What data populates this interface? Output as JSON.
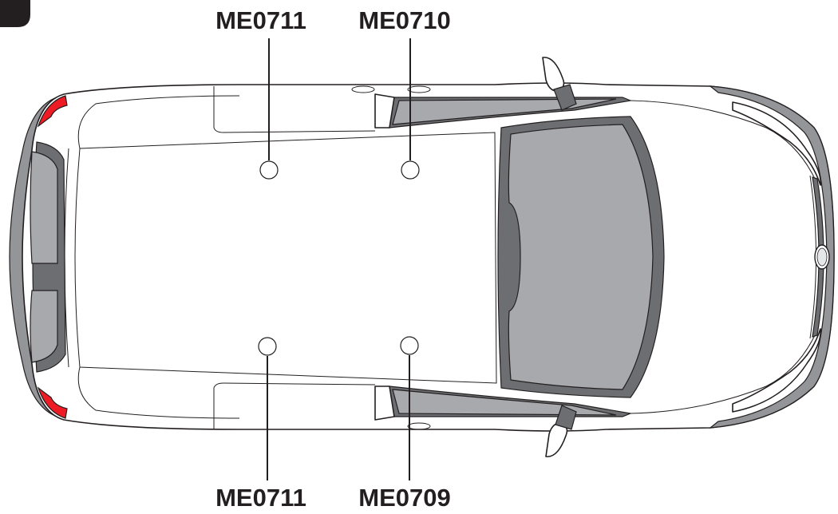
{
  "labels": {
    "top_left": "ME0711",
    "top_right": "ME0710",
    "bottom_left": "ME0711",
    "bottom_right": "ME0709"
  },
  "colors": {
    "tail_light": "#ed1c24",
    "glass": "#a7a9ac",
    "trim": "#6d6e71",
    "outline": "#231f20"
  }
}
